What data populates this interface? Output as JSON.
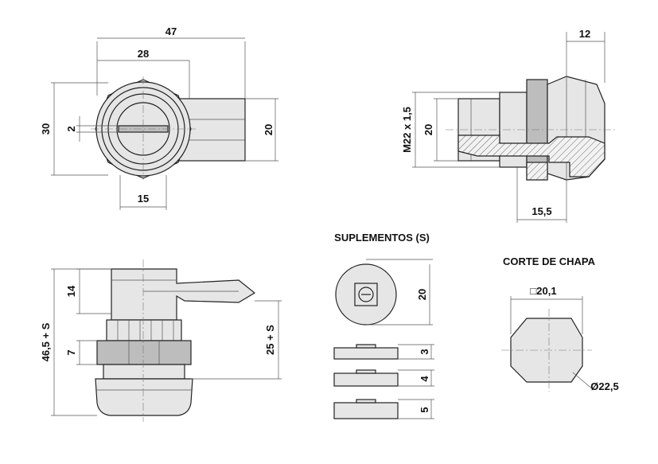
{
  "dimensions": {
    "front_width_total": "47",
    "front_width_inner": "28",
    "front_height": "30",
    "front_slot": "2",
    "front_handle": "20",
    "front_bottom": "15",
    "side_top": "12",
    "side_thread": "M22 x 1,5",
    "side_inner": "20",
    "side_bottom": "15,5",
    "elev_total": "46,5 + S",
    "elev_top": "14",
    "elev_nut": "7",
    "elev_handle": "25 + S",
    "shim_dia": "20",
    "shim_1": "3",
    "shim_2": "4",
    "shim_3": "5",
    "cut_square": "□20,1",
    "cut_dia": "Ø22,5"
  },
  "headings": {
    "shims": "SUPLEMENTOS (S)",
    "cutout": "CORTE DE CHAPA"
  }
}
